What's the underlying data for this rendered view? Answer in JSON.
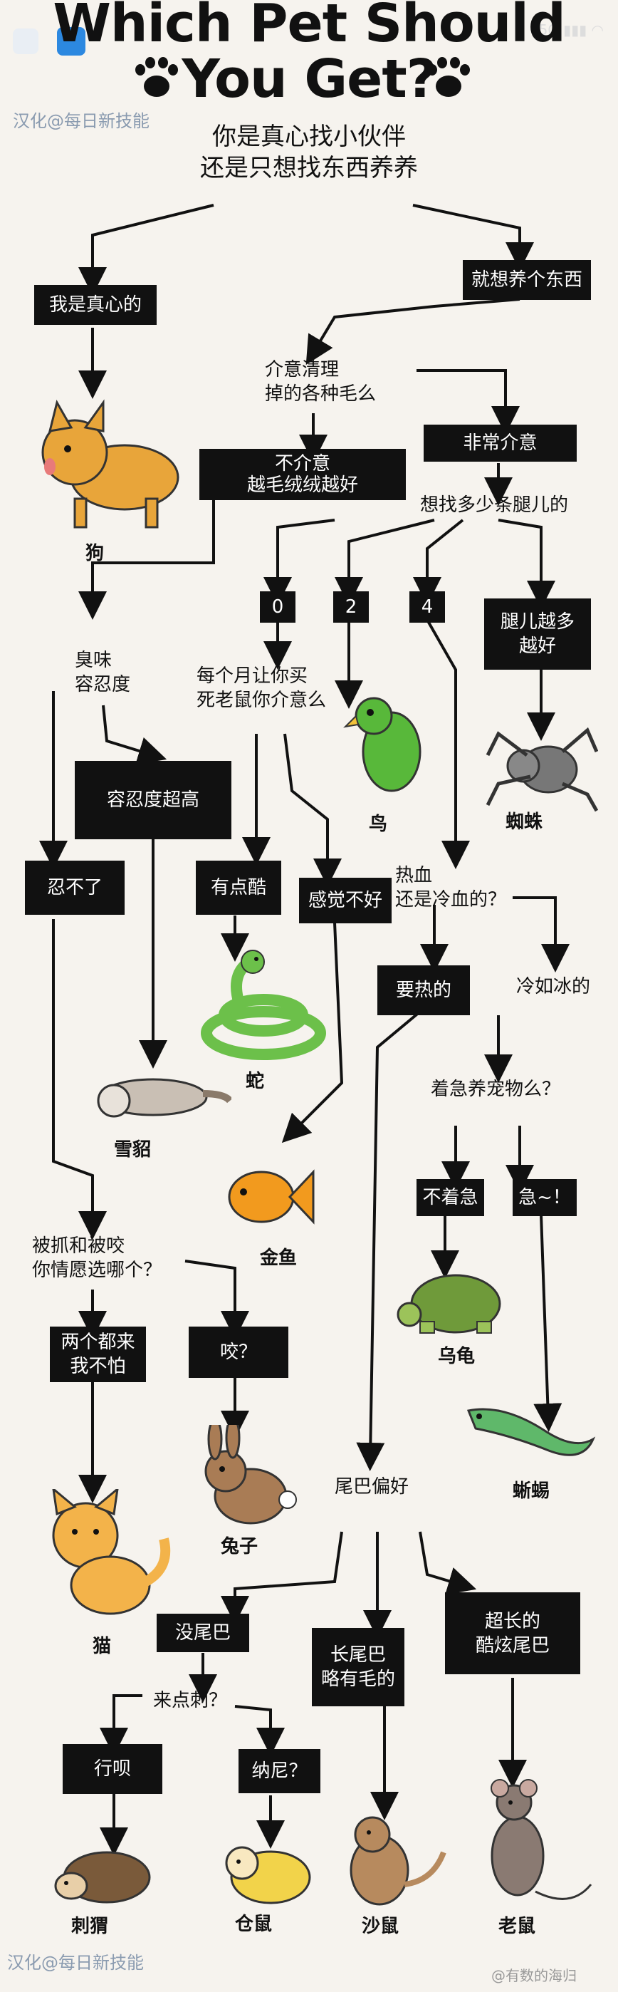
{
  "header": {
    "title_line1": "Which Pet Should",
    "title_line2": "You Get?",
    "watermark_top": "汉化@每日新技能",
    "watermark_bottom": "汉化@每日新技能",
    "watermark_corner": "@有数的海归"
  },
  "question_main": {
    "line1": "你是真心找小伙伴",
    "line2": "还是只想找东西养养"
  },
  "nodes": {
    "sincere": "我是真心的",
    "just_raise": "就想养个东西",
    "dog": "狗",
    "fur_q_line1": "介意清理",
    "fur_q_line2": "掉的各种毛么",
    "dont_mind_line1": "不介意",
    "dont_mind_line2": "越毛绒绒越好",
    "very_mind": "非常介意",
    "legs_q": "想找多少条腿儿的",
    "legs_0": "0",
    "legs_2": "2",
    "legs_4": "4",
    "more_legs_line1": "腿儿越多",
    "more_legs_line2": "越好",
    "smell_line1": "臭味",
    "smell_line2": "容忍度",
    "high_tolerance": "容忍度超高",
    "cant_stand": "忍不了",
    "mice_q_line1": "每个月让你买",
    "mice_q_line2": "死老鼠你介意么",
    "bird": "鸟",
    "spider": "蜘蛛",
    "bit_scary": "有点酷",
    "feel_bad": "感觉不好",
    "blood_q_line1": "热血",
    "blood_q_line2": "还是冷血的？",
    "warm": "要热的",
    "cold": "冷如冰的",
    "snake": "蛇",
    "ferret": "雪貂",
    "goldfish": "金鱼",
    "hurry_q": "着急养宠物么？",
    "not_hurry": "不着急",
    "hurry": "急~！",
    "turtle": "乌龟",
    "lizard": "蜥蜴",
    "scratch_q_line1": "被抓和被咬",
    "scratch_q_line2": "你情愿选哪个？",
    "both_line1": "两个都来",
    "both_line2": "我不怕",
    "bite": "咬？",
    "rabbit": "兔子",
    "cat": "猫",
    "tail_q": "尾巴偏好",
    "no_tail": "没尾巴",
    "long_hairy_line1": "长尾巴",
    "long_hairy_line2": "略有毛的",
    "super_long_line1": "超长的",
    "super_long_line2": "酷炫尾巴",
    "spiky_q": "来点刺？",
    "ok": "行呗",
    "nah": "纳尼？",
    "hedgehog": "刺猬",
    "hamster": "仓鼠",
    "gerbil": "沙鼠",
    "rat": "老鼠"
  },
  "colors": {
    "box_bg": "#111111",
    "box_text": "#ffffff",
    "page_bg": "#f6f3ee",
    "dog": "#e8a53a",
    "snake": "#6cc04a",
    "bird": "#58b83a",
    "goldfish": "#f29a1e",
    "cat": "#f3b34a",
    "rabbit": "#a97c55",
    "turtle": "#6f9a3a",
    "lizard": "#5fb86a"
  }
}
